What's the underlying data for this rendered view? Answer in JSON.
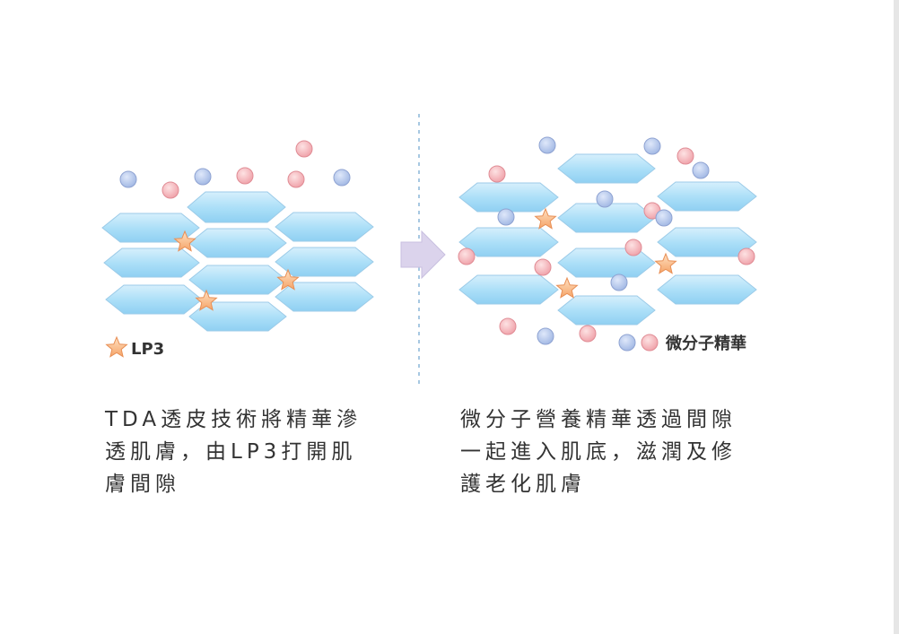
{
  "legend": {
    "lp3_label": "LP3",
    "molecule_label": "微分子精華"
  },
  "captions": {
    "left": [
      "TDA透皮技術將精華滲",
      "透肌膚，由LP3打開肌",
      "膚間隙"
    ],
    "right": [
      "微分子營養精華透過間隙",
      "一起進入肌底，滋潤及修",
      "護老化肌膚"
    ]
  },
  "colors": {
    "cell": "#a9dcf6",
    "cell_stroke": "#9ccbe8",
    "blue_dot": "#a8bde6",
    "pink_dot": "#f2a8ae",
    "star": "#f8b27e",
    "arrow": "#d9d0ea",
    "divider": "#a7c8e2"
  },
  "icons": [
    "star-icon",
    "blue-molecule-icon",
    "pink-molecule-icon",
    "right-arrow-icon"
  ]
}
